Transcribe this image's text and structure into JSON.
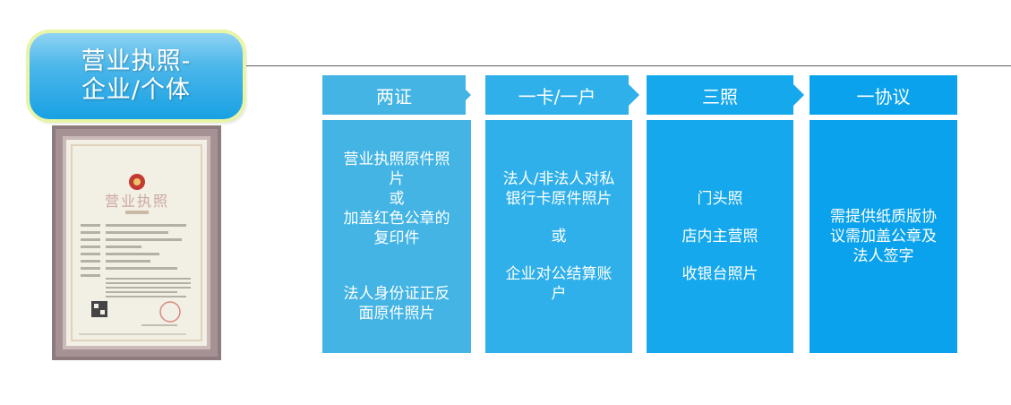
{
  "title": "营业执照-\n企业/个体",
  "license_image": {
    "icon": "business-license-frame",
    "heading": "营业执照",
    "colors": {
      "frame": "#8e7b7e",
      "paper": "#f2efe4",
      "accent": "#c9a7a4",
      "emblem": "#c43a32"
    }
  },
  "columns": [
    {
      "header": "两证",
      "lines_a": [
        "营业执照原件照",
        "片",
        "或",
        "加盖红色公章的",
        "复印件"
      ],
      "lines_b": [
        "法人身份证正反",
        "面原件照片"
      ]
    },
    {
      "header": "一卡/一户",
      "lines_a": [
        "法人/非法人对私",
        "银行卡原件照片"
      ],
      "separator": "或",
      "lines_b": [
        "企业对公结算账",
        "户"
      ]
    },
    {
      "header": "三照",
      "items": [
        "门头照",
        "店内主营照",
        "收银台照片"
      ]
    },
    {
      "header": "一协议",
      "lines": [
        "需提供纸质版协",
        "议需加盖公章及",
        "法人签字"
      ]
    }
  ],
  "colors": {
    "col1": "#43b4e4",
    "col2": "#2fb0ea",
    "col3": "#16a8ec",
    "col4": "#0aa2ec",
    "badge_top": "#8fd3f3",
    "badge_bottom": "#18a1e3",
    "badge_outline": "#e8f4a8"
  }
}
